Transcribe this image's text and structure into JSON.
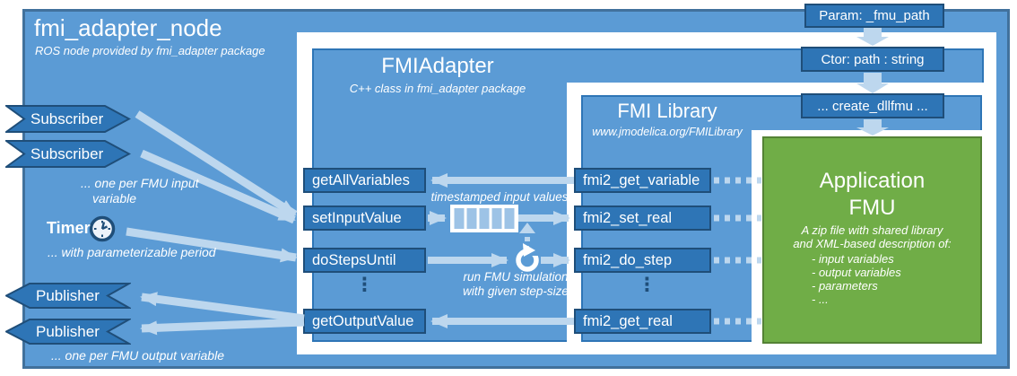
{
  "node": {
    "title": "fmi_adapter_node",
    "subtitle": "ROS node provided by fmi_adapter package"
  },
  "param_flow": {
    "param": "Param: _fmu_path",
    "ctor": "Ctor: path : string",
    "create": "... create_dllfmu ..."
  },
  "ros": {
    "subscribers": [
      "Subscriber",
      "Subscriber"
    ],
    "subscriber_note_lines": [
      "... one per FMU input",
      "variable"
    ],
    "timer_label": "Timer",
    "timer_note": "... with parameterizable period",
    "publishers": [
      "Publisher",
      "Publisher"
    ],
    "publisher_note": "... one per FMU output variable"
  },
  "adapter": {
    "title": "FMIAdapter",
    "subtitle": "C++ class in fmi_adapter package",
    "methods": [
      "getAllVariables",
      "setInputValue",
      "doStepsUntil",
      "getOutputValue"
    ],
    "ellipsis": "⋮"
  },
  "library": {
    "title": "FMI Library",
    "subtitle": "www.jmodelica.org/FMILibrary",
    "functions": [
      "fmi2_get_variable",
      "fmi2_set_real",
      "fmi2_do_step",
      "fmi2_get_real"
    ],
    "ellipsis": "⋮"
  },
  "fmu": {
    "title_line1": "Application",
    "title_line2": "FMU",
    "desc_lines": [
      "A zip file with shared library",
      "and XML-based description of:"
    ],
    "list_items": [
      "- input variables",
      "- output variables",
      "- parameters",
      "- ..."
    ]
  },
  "annotations": {
    "queue_label": "timestamped input values",
    "loop_lines": [
      "run FMU simulation",
      "with given step-size"
    ]
  },
  "colors": {
    "node_fill": "#5b9bd5",
    "node_border": "#41719c",
    "box_fill": "#2e75b6",
    "box_border": "#1f4e79",
    "frame": "#ffffff",
    "arrow": "#bdd7ee",
    "queue_cell": "#9dc3e6",
    "fmu_fill": "#70ad47",
    "fmu_border": "#548235",
    "text": "#ffffff"
  }
}
